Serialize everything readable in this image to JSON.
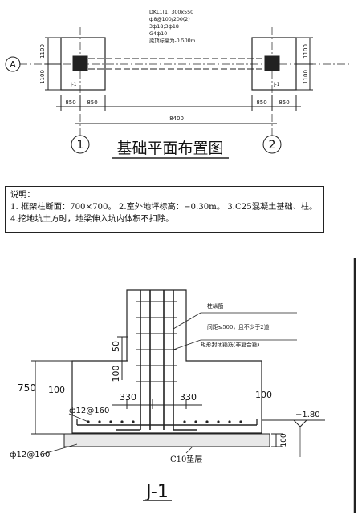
{
  "plan": {
    "beam_label_lines": [
      "DKL1(1) 300x550",
      "ф8@100/200(2)",
      "3ф18;3ф18",
      "G4ф10",
      "梁顶标高为-0.500m"
    ],
    "axis_a": "A",
    "axis_1": "1",
    "axis_2": "2",
    "dim_1100_top_left": "1100",
    "dim_1100_bottom_left": "1100",
    "dim_1100_top_right": "1100",
    "dim_1100_bottom_right": "1100",
    "dim_850_1": "850",
    "dim_850_2": "850",
    "dim_850_3": "850",
    "dim_850_4": "850",
    "dim_span": "8400",
    "footing_left_tag": "J-1",
    "footing_right_tag": "J-1",
    "title": "基础平面布置图"
  },
  "notes": {
    "heading": "说明：",
    "line1": "1. 框架柱断面：700×700。 2.室外地坪标高：−0.30m。 3.C25混凝土基础、柱。",
    "line2": "4.挖地坑土方时，地梁伸入坑内体积不扣除。"
  },
  "section": {
    "callout_line1": "柱纵筋",
    "callout_line2": "间距≤500，且不少于2道",
    "callout_line3": "矩形封闭箍筋(非复合箍)",
    "dim_750": "750",
    "dim_100_left": "100",
    "dim_100_right": "100",
    "dim_50": "50",
    "dim_100_mid": "100",
    "dim_330_left": "330",
    "dim_330_right": "330",
    "rebar_top": "ф12@160",
    "rebar_bottom": "ф12@160",
    "elevation": "−1.80",
    "dim_100_bed": "100",
    "bedding_label": "C10垫层",
    "title": "J-1"
  }
}
